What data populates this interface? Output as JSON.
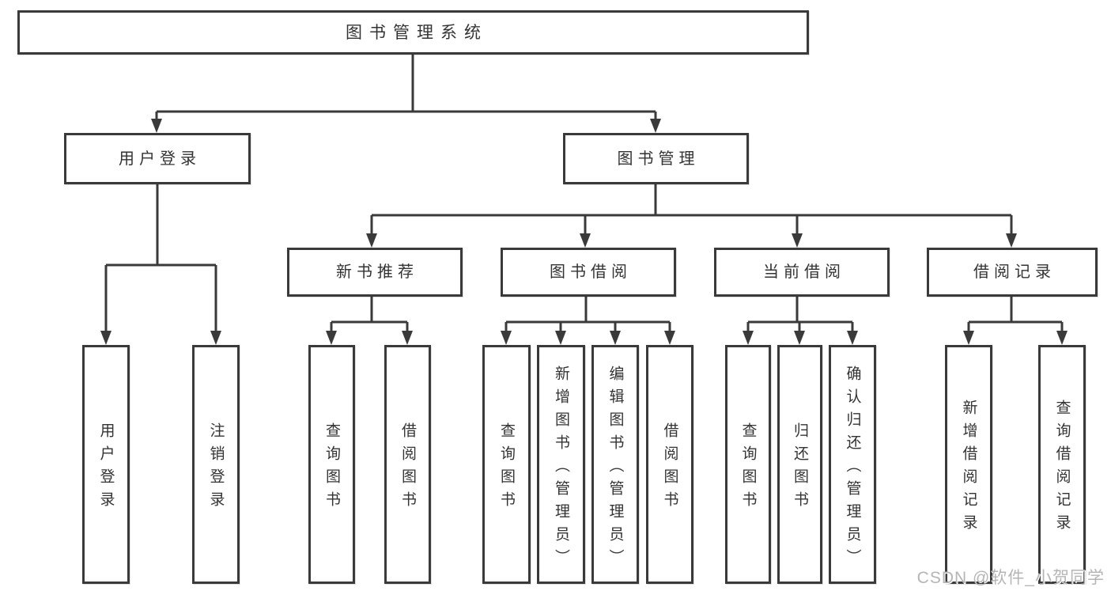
{
  "colors": {
    "line": "#3a3a3a",
    "text": "#333333",
    "background": "#ffffff",
    "watermark": "#b5b5b5"
  },
  "diagram": {
    "title": "图书管理系统",
    "level2": [
      {
        "label": "用户登录"
      },
      {
        "label": "图书管理"
      }
    ],
    "level3": [
      {
        "label": "新书推荐"
      },
      {
        "label": "图书借阅"
      },
      {
        "label": "当前借阅"
      },
      {
        "label": "借阅记录"
      }
    ],
    "leaves": {
      "user_login": [
        {
          "label": "用户登录"
        },
        {
          "label": "注销登录"
        }
      ],
      "new_book": [
        {
          "label": "查询图书"
        },
        {
          "label": "借阅图书"
        }
      ],
      "book_borrow": [
        {
          "label": "查询图书"
        },
        {
          "label": "新增图书（管理员）"
        },
        {
          "label": "编辑图书（管理员）"
        },
        {
          "label": "借阅图书"
        }
      ],
      "current_borrow": [
        {
          "label": "查询图书"
        },
        {
          "label": "归还图书"
        },
        {
          "label": "确认归还（管理员）"
        }
      ],
      "borrow_record": [
        {
          "label": "新增借阅记录"
        },
        {
          "label": "查询借阅记录"
        }
      ]
    }
  },
  "watermark": {
    "text": "CSDN @软件_小贺同学"
  }
}
